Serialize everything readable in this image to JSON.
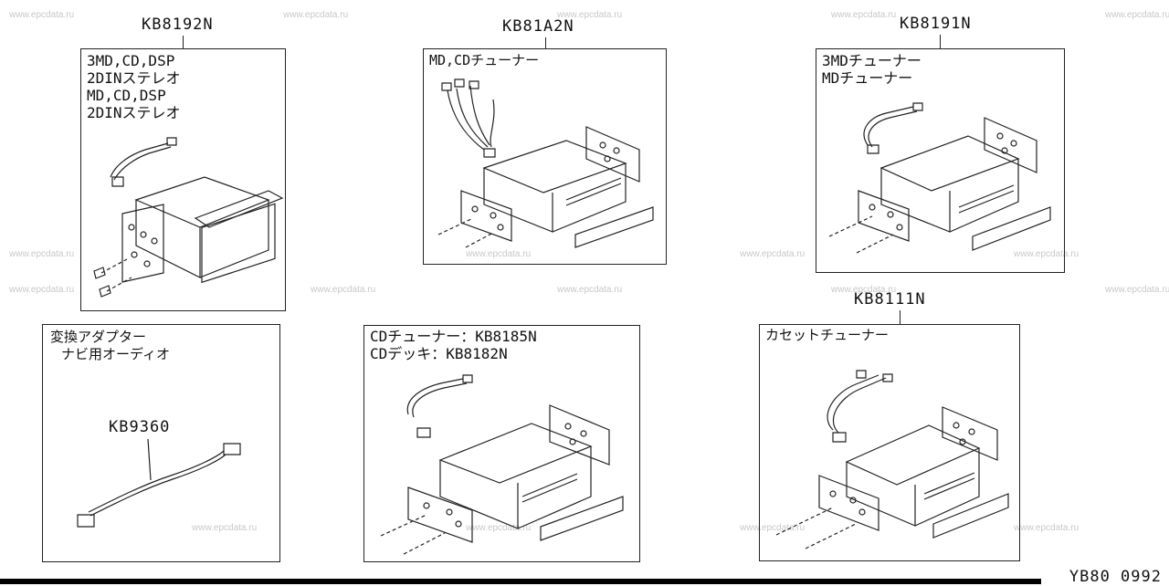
{
  "watermark": "www.epcdata.ru",
  "panels": [
    {
      "id": "kb8192n",
      "part_number": "KB8192N",
      "lines": [
        "3MD,CD,DSP",
        "2DINステレオ",
        "MD,CD,DSP",
        "2DINステレオ"
      ]
    },
    {
      "id": "kb81a2n",
      "part_number": "KB81A2N",
      "lines": [
        "MD,CDチューナー"
      ]
    },
    {
      "id": "kb8191n",
      "part_number": "KB8191N",
      "lines": [
        "3MDチューナー",
        "MDチューナー"
      ]
    },
    {
      "id": "adapter",
      "lines": [
        "変換アダプター",
        "ナビ用オーディオ"
      ],
      "part_number": "KB9360"
    },
    {
      "id": "cd",
      "lines": [
        "CDチューナー：KB8185N",
        "CDデッキ：KB8182N"
      ]
    },
    {
      "id": "kb8111n",
      "part_number": "KB8111N",
      "lines": [
        "カセットチューナー"
      ]
    }
  ],
  "diagram_code": "YB80 0992"
}
